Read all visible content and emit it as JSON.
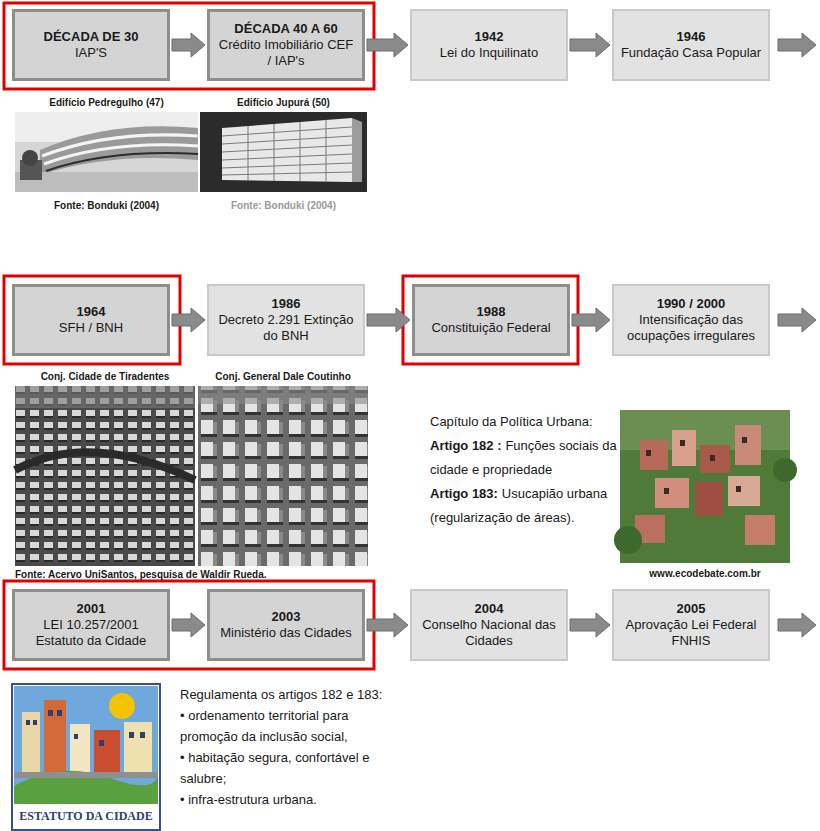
{
  "diagram": {
    "nodes": [
      {
        "text": [
          "DÉCADA DE 30",
          "IAP'S"
        ]
      },
      {
        "text": [
          "DÉCADA 40 A 60",
          "Crédito Imobiliário CEF / IAP's"
        ]
      },
      {
        "text": [
          "1942",
          "Lei do Inquilinato"
        ]
      },
      {
        "text": [
          "1946",
          "Fundação Casa Popular"
        ]
      },
      {
        "text": [
          "1964",
          "SFH / BNH"
        ]
      },
      {
        "text": [
          "1986",
          "Decreto 2.291 Extinção do BNH"
        ]
      },
      {
        "text": [
          "1988",
          "Constituição Federal"
        ]
      },
      {
        "text": [
          "1990 / 2000",
          "Intensificação das ocupações irregulares"
        ]
      },
      {
        "text": [
          "2001",
          "LEI 10.257/2001 Estatuto da Cidade"
        ]
      },
      {
        "text": [
          "2003",
          "Ministério das Cidades"
        ]
      },
      {
        "text": [
          "2004",
          "Conselho Nacional das Cidades"
        ]
      },
      {
        "text": [
          "2005",
          "Aprovação Lei Federal FNHIS"
        ]
      }
    ],
    "edges": [
      {
        "from": 0,
        "to": 1,
        "arrow": "to"
      },
      {
        "from": 1,
        "to": 2,
        "arrow": "to"
      },
      {
        "from": 2,
        "to": 3,
        "arrow": "to"
      },
      {
        "from": 4,
        "to": 5,
        "arrow": "to"
      },
      {
        "from": 5,
        "to": 6,
        "arrow": "to"
      },
      {
        "from": 6,
        "to": 7,
        "arrow": "to"
      },
      {
        "from": 8,
        "to": 9,
        "arrow": "to"
      },
      {
        "from": 9,
        "to": 10,
        "arrow": "to"
      },
      {
        "from": 10,
        "to": 11,
        "arrow": "to"
      }
    ],
    "labels": [
      "Edifício Pedregulho (47)",
      "Edifício Jupurá (50)",
      "Fonte: Bonduki (2004)",
      "Fonte: Bonduki (2004)",
      "Conj. Cidade de Tiradentes",
      "Conj. General Dale Coutinho",
      "Fonte: Acervo UniSantos, pesquisa de Waldir Rueda.",
      "Capítulo da Política Urbana:",
      "Artigo 182 :",
      "Funções sociais da cidade e propriedade",
      "Artigo 183:",
      "Usucapião urbana (regularização de áreas).",
      "www.ecodebate.com.br",
      "ESTATUTO DA CIDADE",
      "Regulamenta os artigos 182 e 183:",
      "• ordenamento territorial para promoção da inclusão social,",
      "• habitação segura, confortável e salubre;",
      "• infra-estrutura urbana."
    ]
  }
}
